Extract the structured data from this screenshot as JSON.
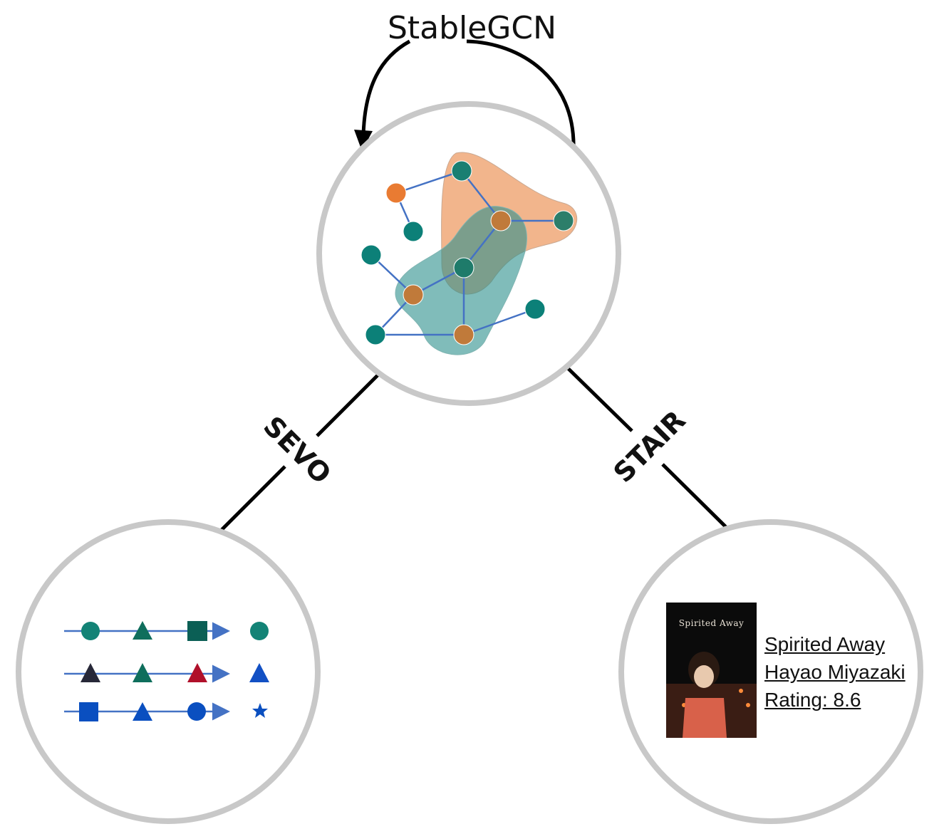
{
  "title": "StableGCN",
  "edges": {
    "left_label": "SEVO",
    "right_label": "STAIR"
  },
  "movie": {
    "poster_title": "Spirited Away",
    "title": "Spirited Away",
    "director": "Hayao Miyazaki",
    "rating": "Rating: 8.6"
  },
  "colors": {
    "ring": "#c8c8c8",
    "edge": "#4472c4",
    "teal_node": "#138376",
    "orange_node": "#c07a3a",
    "orange_region": "#f1ad80",
    "teal_region": "#4aa6a3",
    "arrow": "#000000"
  },
  "sequences": [
    {
      "items": [
        "circle-teal",
        "triangle-darkgreen",
        "square-darkgreen"
      ],
      "target": "circle-teal"
    },
    {
      "items": [
        "triangle-navy",
        "triangle-darkgreen",
        "triangle-crimson"
      ],
      "target": "triangle-blue"
    },
    {
      "items": [
        "square-blue",
        "triangle-blue",
        "circle-blue"
      ],
      "target": "star-blue"
    }
  ]
}
